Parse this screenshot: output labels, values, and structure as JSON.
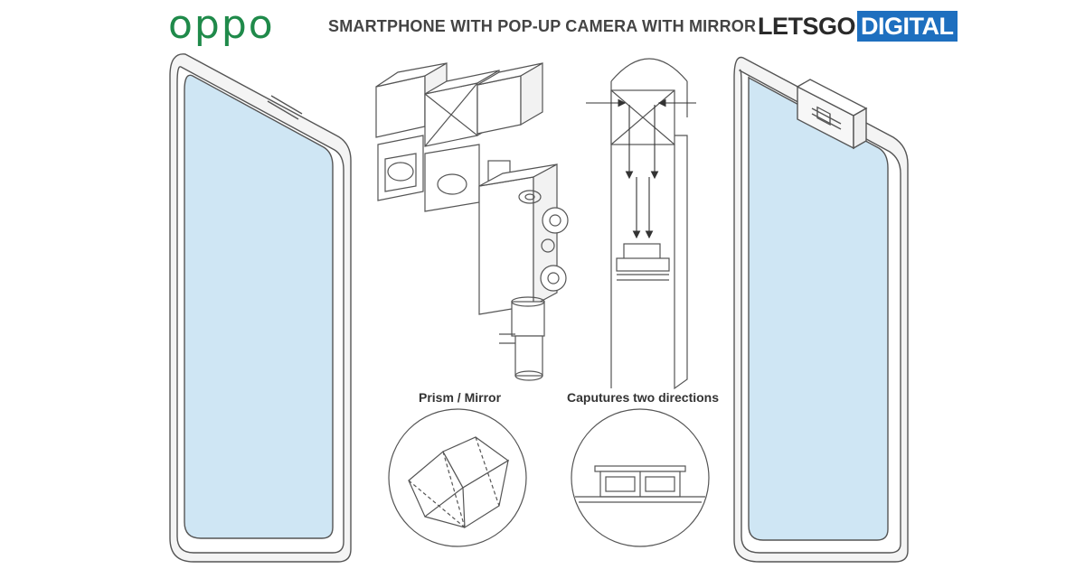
{
  "header": {
    "brand_left": "oppo",
    "title": "SMARTPHONE WITH POP-UP CAMERA WITH MIRROR",
    "brand_right_part1": "LETSGO",
    "brand_right_part2": "DIGITAL"
  },
  "captions": {
    "prism": "Prism / Mirror",
    "capture": "Caputures two directions"
  },
  "colors": {
    "oppo_green": "#1f8a4a",
    "letsgo_blue": "#1e6fbf",
    "screen_blue": "#cfe6f4",
    "line": "#555555"
  }
}
